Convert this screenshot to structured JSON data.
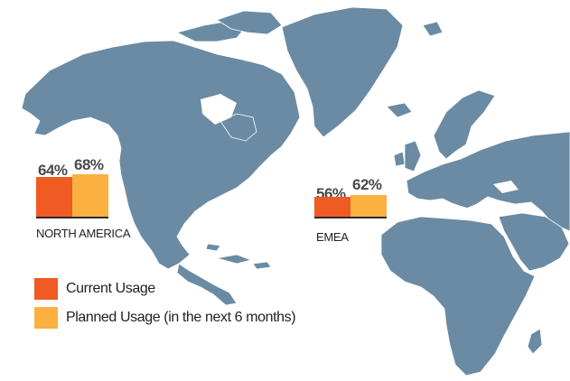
{
  "colors": {
    "current": "#f05a23",
    "planned": "#fbb040",
    "land": "#6a8ba3",
    "text": "#4a4a4a"
  },
  "regions": [
    {
      "id": "north-america",
      "label": "NORTH AMERICA",
      "current": {
        "label": "64%",
        "value": 64
      },
      "planned": {
        "label": "68%",
        "value": 68
      }
    },
    {
      "id": "emea",
      "label": "EMEA",
      "current": {
        "label": "56%",
        "value": 56
      },
      "planned": {
        "label": "62%",
        "value": 62
      }
    }
  ],
  "legend": {
    "current_label": "Current Usage",
    "planned_label": "Planned Usage (in the next 6 months)"
  }
}
